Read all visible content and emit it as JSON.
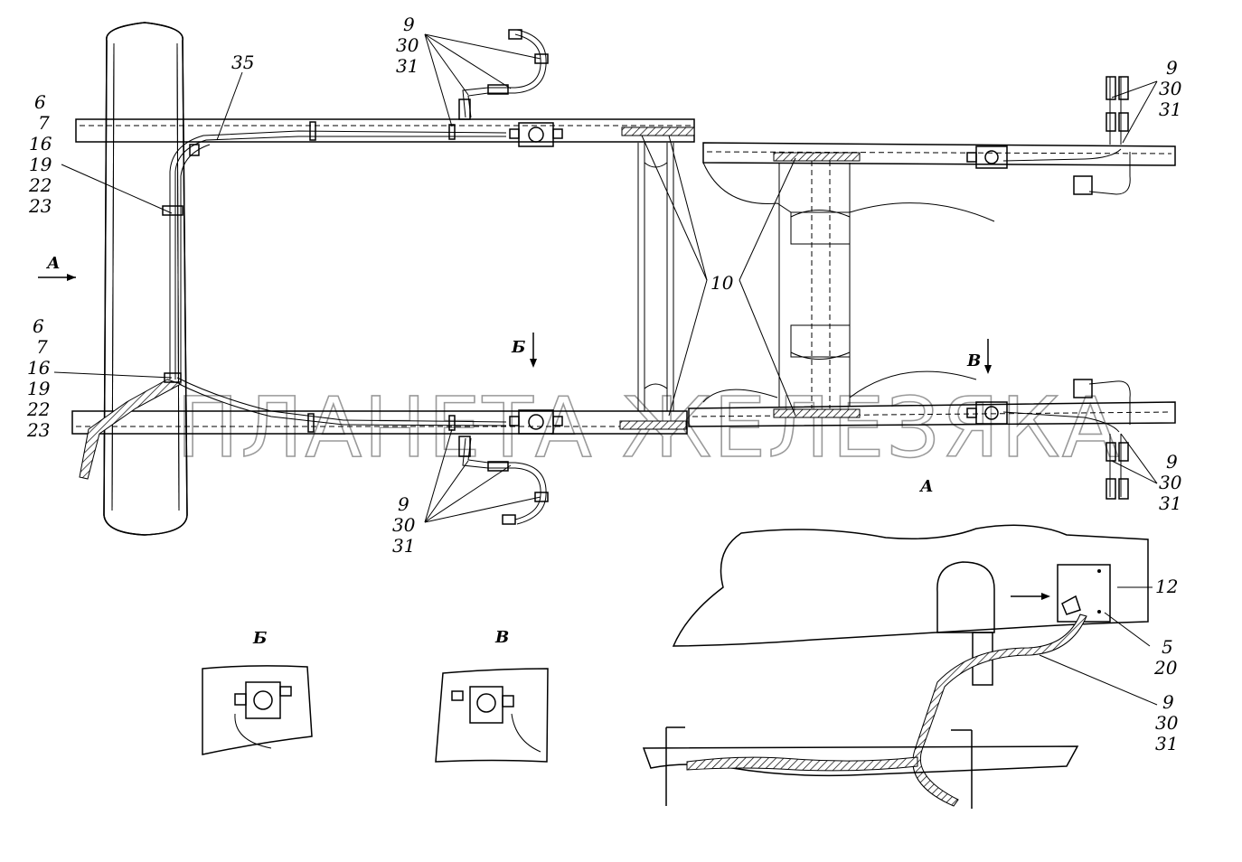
{
  "watermark": "ПЛАНЕТА ЖЕЛЕЗЯКА",
  "views": {
    "view_a_arrow": "А",
    "view_b_arrow": "Б",
    "view_v_arrow": "В",
    "view_a_title": "А",
    "view_b_title": "Б",
    "view_v_title": "В"
  },
  "labels": {
    "group_front_upper": [
      "6",
      "7",
      "16",
      "19",
      "22",
      "23"
    ],
    "group_front_lower": [
      "6",
      "7",
      "16",
      "19",
      "22",
      "23"
    ],
    "label_35": "35",
    "group_top_mid": [
      "9",
      "30",
      "31"
    ],
    "group_bottom_mid": [
      "9",
      "30",
      "31"
    ],
    "group_top_right": [
      "9",
      "30",
      "31"
    ],
    "group_bottom_right": [
      "9",
      "30",
      "31"
    ],
    "label_10": "10",
    "label_12": "12",
    "group_5_20": [
      "5",
      "20"
    ],
    "group_detail_a": [
      "9",
      "30",
      "31"
    ]
  }
}
